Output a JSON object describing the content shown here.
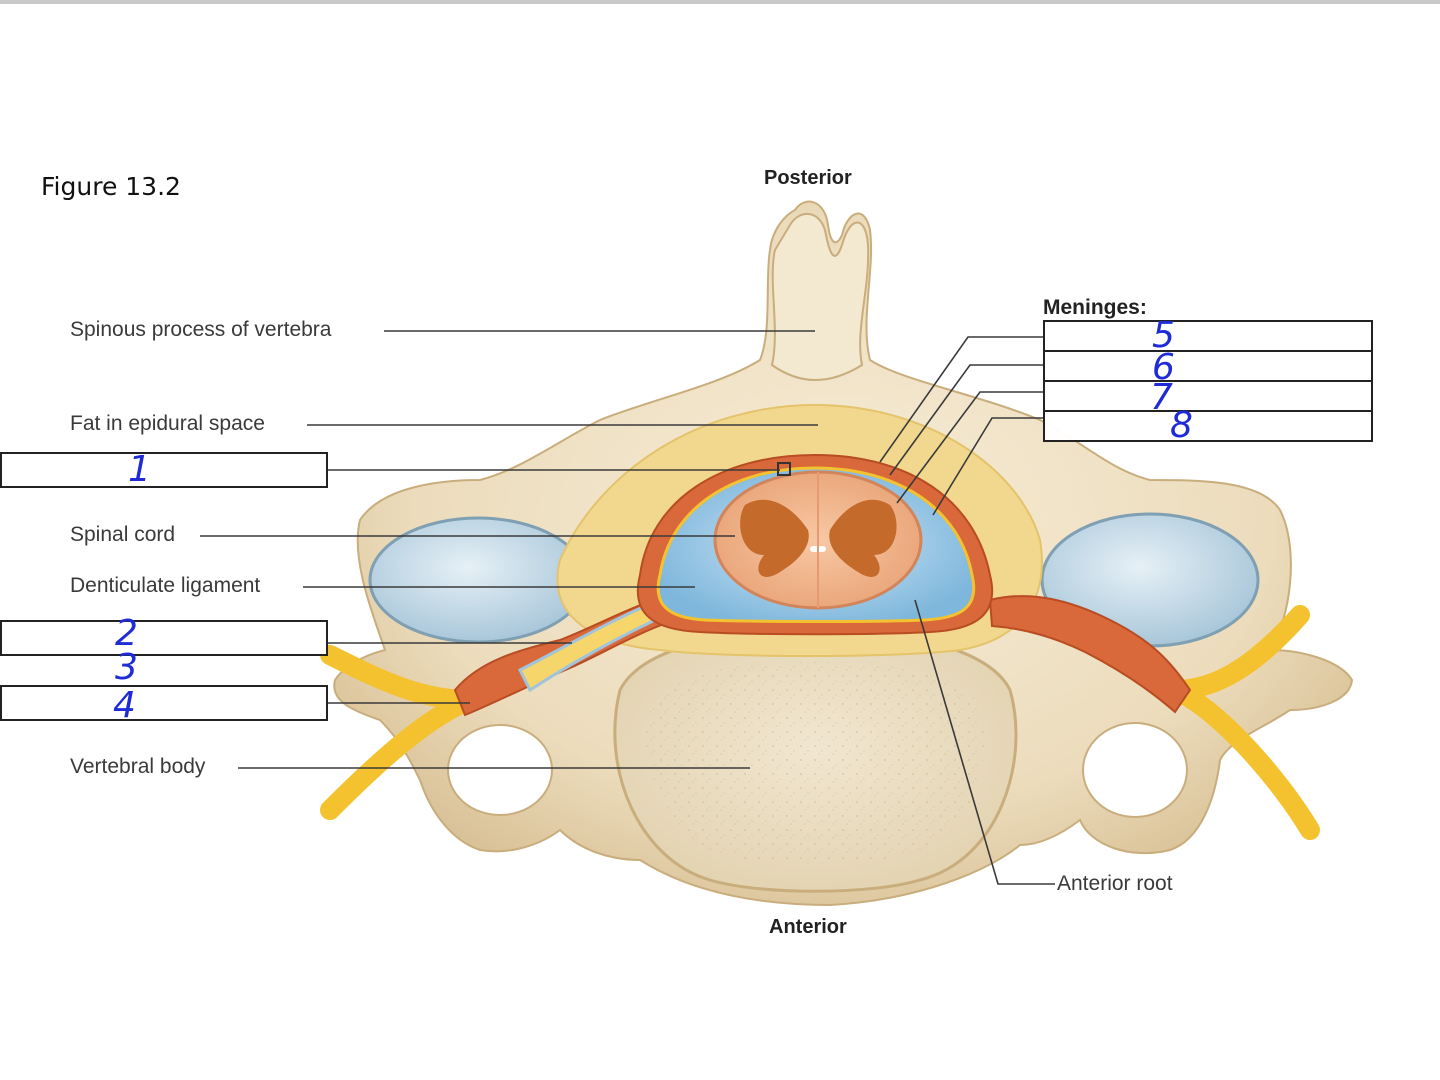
{
  "figure_title": "Figure 13.2",
  "orientation": {
    "posterior": "Posterior",
    "anterior": "Anterior"
  },
  "labels": {
    "spinous_process": "Spinous process of vertebra",
    "fat_epidural": "Fat in epidural space",
    "spinal_cord": "Spinal cord",
    "denticulate": "Denticulate ligament",
    "vertebral_body": "Vertebral body",
    "anterior_root": "Anterior root",
    "meninges": "Meninges:"
  },
  "answers": {
    "n1": "1",
    "n2": "2",
    "n3": "3",
    "n4": "4",
    "n5": "5",
    "n6": "6",
    "n7": "7",
    "n8": "8"
  },
  "colors": {
    "bone": "#efe2c6",
    "bone_shade": "#d9c39a",
    "fat": "#f3d98c",
    "dura": "#d9683a",
    "csf": "#a9d2ea",
    "cord": "#f2b58a",
    "gray_matter": "#c46a2a",
    "nerve": "#f4c22e",
    "cartilage": "#b9d5e4",
    "ink": "#1e2bd6"
  }
}
